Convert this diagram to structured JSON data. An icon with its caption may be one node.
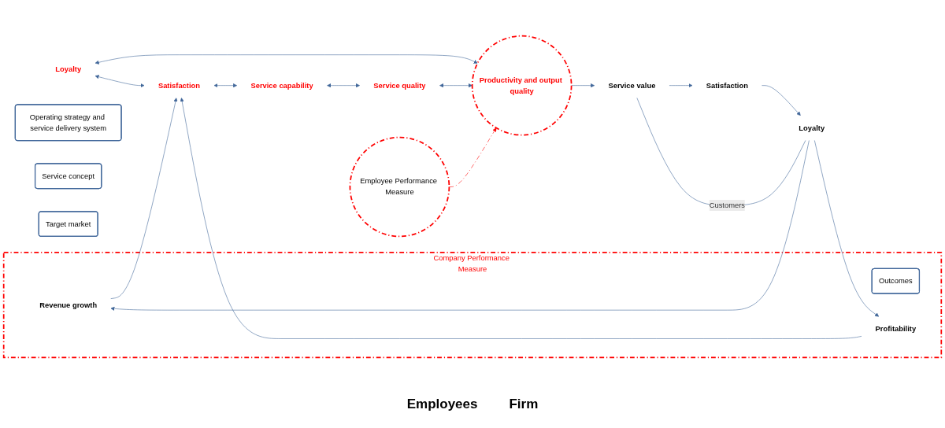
{
  "diagram": {
    "nodes": [
      {
        "text": [
          "Operating strategy and service delivery system"
        ]
      },
      {
        "text": [
          "Service concept"
        ]
      },
      {
        "text": [
          "Target market"
        ]
      },
      {
        "text": [
          "Company Performance Measure"
        ]
      },
      {
        "text": [
          "Outcomes"
        ],
        "in": 3
      },
      {
        "text": [
          "Loyalty"
        ]
      },
      {
        "text": [
          "Satisfaction"
        ]
      },
      {
        "text": [
          "Productivity and output quality"
        ]
      },
      {
        "text": [
          "Service capability"
        ]
      },
      {
        "text": [
          "Service quality"
        ]
      },
      {
        "text": [
          "Employee Performance Measure"
        ]
      },
      {
        "text": [
          "Service value"
        ]
      },
      {
        "text": [
          "Satisfaction"
        ]
      },
      {
        "text": [
          "Loyalty"
        ]
      },
      {
        "text": [
          "Revenue growth"
        ],
        "in": 3
      },
      {
        "text": [
          "Profitability"
        ],
        "in": 3
      }
    ],
    "edges": [
      {
        "from": 5,
        "to": 6,
        "arrow": "both"
      },
      {
        "from": 6,
        "to": 8,
        "arrow": "both"
      },
      {
        "from": 5,
        "to": 7,
        "arrow": "both"
      },
      {
        "from": 8,
        "to": 9,
        "arrow": "both"
      },
      {
        "from": 9,
        "to": 7,
        "arrow": "both"
      },
      {
        "from": 10,
        "to": 7,
        "arrow": "to",
        "style": "dashed",
        "color": "#ff0000"
      },
      {
        "from": 7,
        "to": 11,
        "arrow": "to"
      },
      {
        "from": 11,
        "to": 12,
        "arrow": "to"
      },
      {
        "from": 12,
        "to": 13,
        "arrow": "to"
      },
      {
        "from": 11,
        "to": 13,
        "arrow": "none",
        "label": "Customers"
      },
      {
        "from": 13,
        "to": 14,
        "arrow": "to"
      },
      {
        "from": 13,
        "to": 15,
        "arrow": "to"
      },
      {
        "from": 14,
        "to": 6,
        "arrow": "to"
      },
      {
        "from": 15,
        "to": 6,
        "arrow": "to"
      }
    ],
    "labels": [
      "Employees",
      "Firm"
    ]
  }
}
